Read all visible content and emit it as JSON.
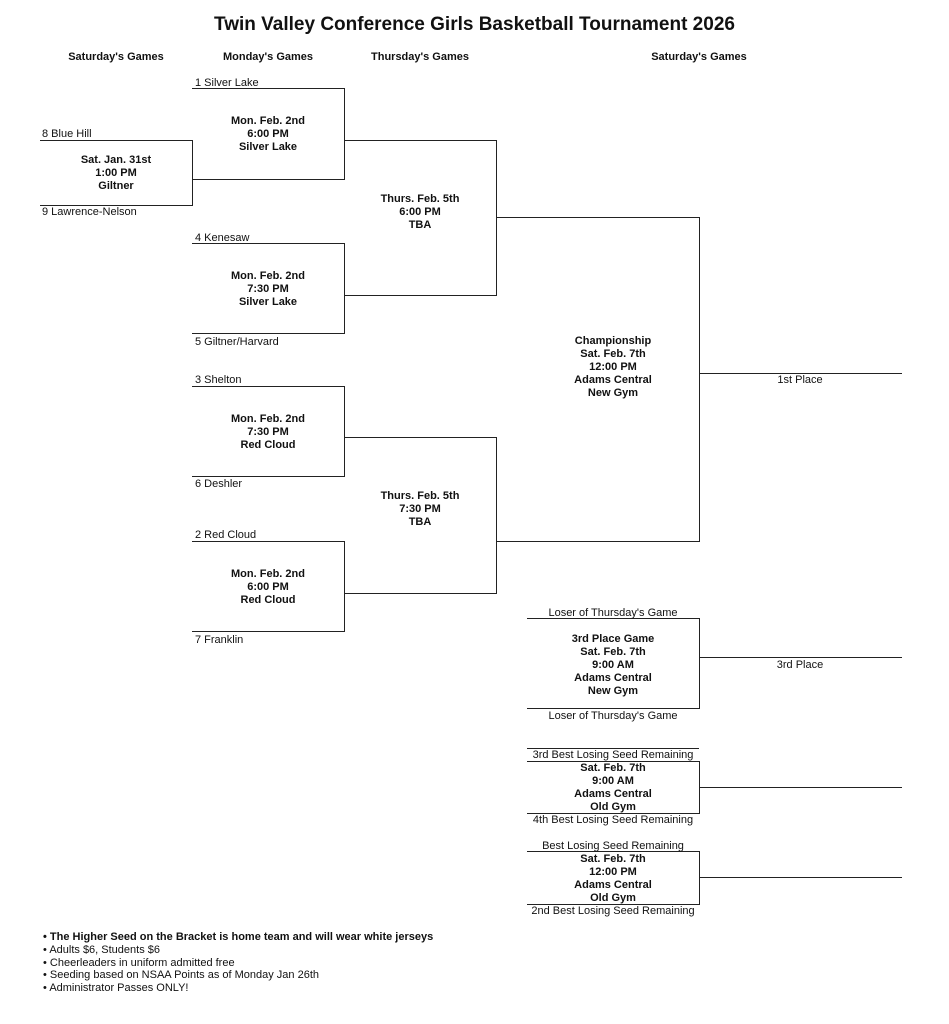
{
  "title": "Twin Valley Conference Girls Basketball Tournament 2026",
  "columns": [
    "Saturday's Games",
    "Monday's Games",
    "Thursday's Games",
    "Saturday's Games"
  ],
  "teams": {
    "blue_hill": "8 Blue Hill",
    "lawrence_nelson": "9 Lawrence-Nelson",
    "silver_lake": "1 Silver Lake",
    "kenesaw": "4 Kenesaw",
    "giltner_harvard": "5 Giltner/Harvard",
    "shelton": "3 Shelton",
    "deshler": "6 Deshler",
    "red_cloud": "2 Red Cloud",
    "franklin": "7 Franklin"
  },
  "games": {
    "play_in": [
      "Sat. Jan. 31st",
      "1:00 PM",
      "Giltner"
    ],
    "mon1": [
      "Mon. Feb. 2nd",
      "6:00 PM",
      "Silver Lake"
    ],
    "mon2": [
      "Mon. Feb. 2nd",
      "7:30 PM",
      "Silver Lake"
    ],
    "mon3": [
      "Mon. Feb. 2nd",
      "7:30 PM",
      "Red Cloud"
    ],
    "mon4": [
      "Mon. Feb. 2nd",
      "6:00 PM",
      "Red Cloud"
    ],
    "thu1": [
      "Thurs. Feb. 5th",
      "6:00 PM",
      "TBA"
    ],
    "thu2": [
      "Thurs. Feb. 5th",
      "7:30 PM",
      "TBA"
    ],
    "championship": [
      "Championship",
      "Sat. Feb. 7th",
      "12:00 PM",
      "Adams Central",
      "New Gym"
    ],
    "third_place": [
      "3rd Place Game",
      "Sat. Feb. 7th",
      "9:00 AM",
      "Adams Central",
      "New Gym"
    ],
    "consolation1": [
      "Sat. Feb. 7th",
      "9:00 AM",
      "Adams Central",
      "Old Gym"
    ],
    "consolation2": [
      "Sat. Feb. 7th",
      "12:00 PM",
      "Adams Central",
      "Old Gym"
    ]
  },
  "results": {
    "first_place": "1st Place",
    "third_place": "3rd Place"
  },
  "slots": {
    "loser_top": "Loser of Thursday's Game",
    "loser_bottom": "Loser of Thursday's Game",
    "third_best": "3rd Best Losing Seed Remaining",
    "fourth_best": "4th Best Losing Seed Remaining",
    "best": "Best Losing Seed Remaining",
    "second_best": "2nd Best Losing Seed Remaining"
  },
  "notes": [
    "The Higher Seed on the Bracket is home team and will wear white jerseys",
    "Adults $6, Students $6",
    "Cheerleaders in uniform admitted free",
    "Seeding based on NSAA Points as of Monday Jan 26th",
    "Administrator Passes ONLY!"
  ]
}
